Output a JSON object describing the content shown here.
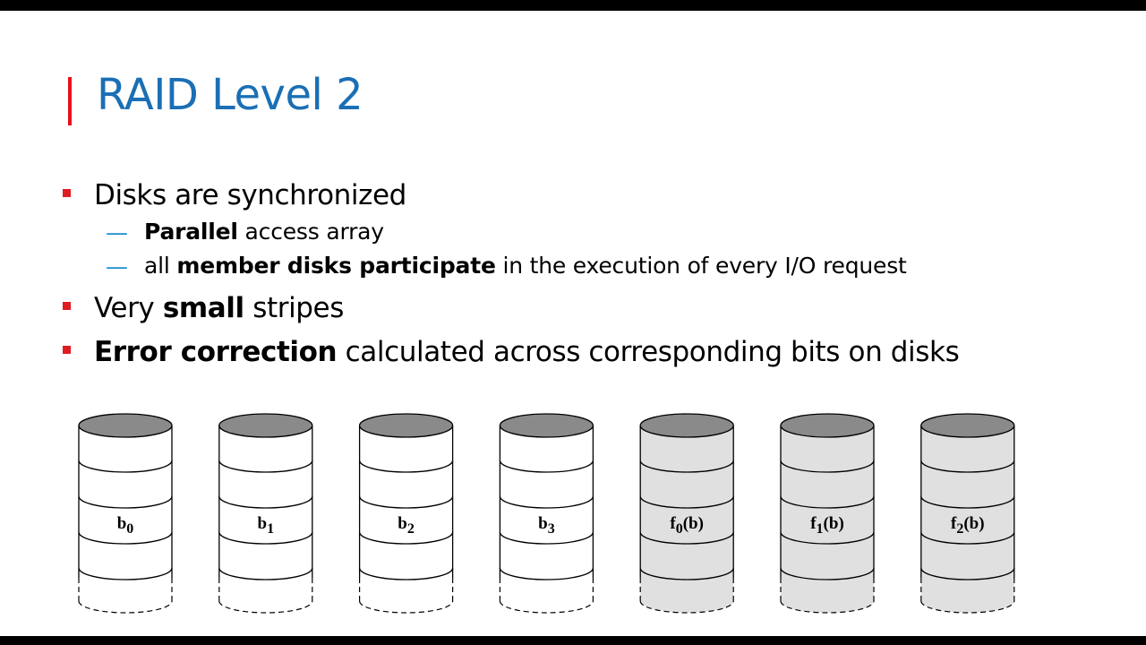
{
  "slide": {
    "title": "RAID Level 2",
    "bullets": [
      {
        "id": "b1",
        "parts": [
          {
            "text": "Disks are synchronized",
            "bold": false
          }
        ],
        "sub": [
          {
            "parts": [
              {
                "text": "Parallel",
                "bold": true
              },
              {
                "text": " access array",
                "bold": false
              }
            ]
          },
          {
            "parts": [
              {
                "text": "all ",
                "bold": false
              },
              {
                "text": "member disks participate",
                "bold": true
              },
              {
                "text": " in the execution of every I/O request",
                "bold": false
              }
            ]
          }
        ]
      },
      {
        "id": "b2",
        "parts": [
          {
            "text": "Very ",
            "bold": false
          },
          {
            "text": "small",
            "bold": true
          },
          {
            "text": " stripes",
            "bold": false
          }
        ],
        "sub": []
      },
      {
        "id": "b3",
        "parts": [
          {
            "text": "Error correction",
            "bold": true
          },
          {
            "text": " calculated across corresponding bits on disks",
            "bold": false
          }
        ],
        "sub": []
      }
    ]
  },
  "disks": [
    {
      "label": "b",
      "sub": "0",
      "suffix": "",
      "shaded": false
    },
    {
      "label": "b",
      "sub": "1",
      "suffix": "",
      "shaded": false
    },
    {
      "label": "b",
      "sub": "2",
      "suffix": "",
      "shaded": false
    },
    {
      "label": "b",
      "sub": "3",
      "suffix": "",
      "shaded": false
    },
    {
      "label": "f",
      "sub": "0",
      "suffix": "(b)",
      "shaded": true
    },
    {
      "label": "f",
      "sub": "1",
      "suffix": "(b)",
      "shaded": true
    },
    {
      "label": "f",
      "sub": "2",
      "suffix": "(b)",
      "shaded": true
    }
  ],
  "colors": {
    "title": "#1a6fb5",
    "title_marker": "#e8101c",
    "bullet": "#e01b22",
    "dash": "#1a8fd0",
    "disk_top": "#8a8a8a",
    "disk_shaded": "#e0e0e0",
    "disk_plain": "#ffffff"
  }
}
